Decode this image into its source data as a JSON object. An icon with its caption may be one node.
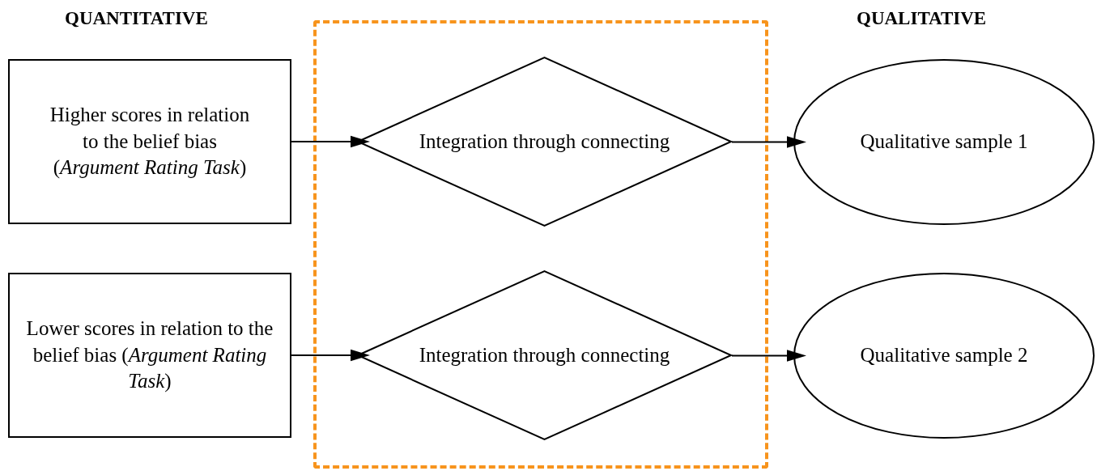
{
  "diagram": {
    "nodes": [
      {
        "text": [
          "Higher scores in relation to the belief bias (*Argument Rating Task*)"
        ]
      },
      {
        "text": [],
        "shape": "box"
      },
      {
        "text": [
          "Integration through connecting"
        ],
        "in": 1
      },
      {
        "text": [
          "Qualitative sample 1"
        ]
      },
      {
        "text": [
          "Lower scores in relation to the belief bias (*Argument Rating Task*)"
        ]
      },
      {
        "text": [
          "Integration through connecting"
        ],
        "in": 1
      },
      {
        "text": [
          "Qualitative sample 2"
        ]
      }
    ],
    "edges": [
      {
        "from": 0,
        "to": 2,
        "arrow": "to"
      },
      {
        "from": 2,
        "to": 3,
        "arrow": "to"
      },
      {
        "from": 4,
        "to": 5,
        "arrow": "to"
      },
      {
        "from": 5,
        "to": 6,
        "arrow": "to"
      }
    ],
    "labels": [
      "QUANTITATIVE",
      "QUALITATIVE"
    ]
  }
}
